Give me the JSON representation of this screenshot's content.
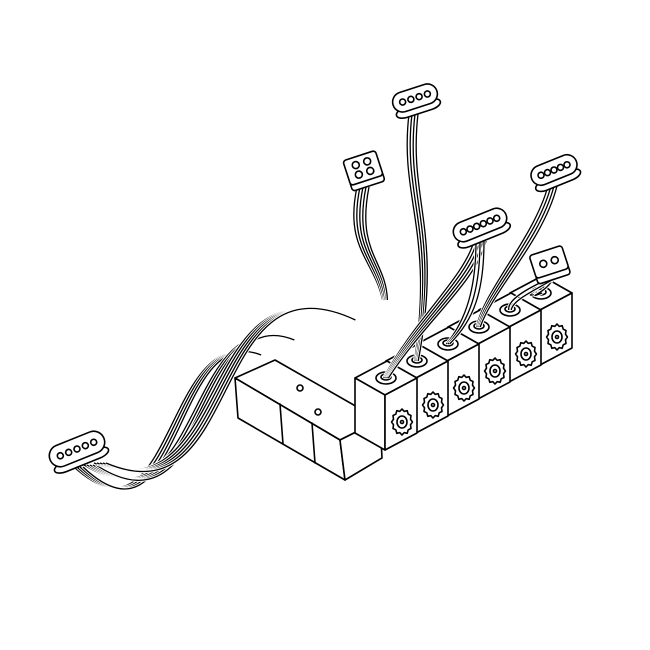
{
  "figure": {
    "subject": "solenoid-valve-manifold-with-wiring-harness",
    "stroke_color": "#000000",
    "background_color": "#ffffff",
    "valve_count": 6,
    "connector_count": 6
  }
}
